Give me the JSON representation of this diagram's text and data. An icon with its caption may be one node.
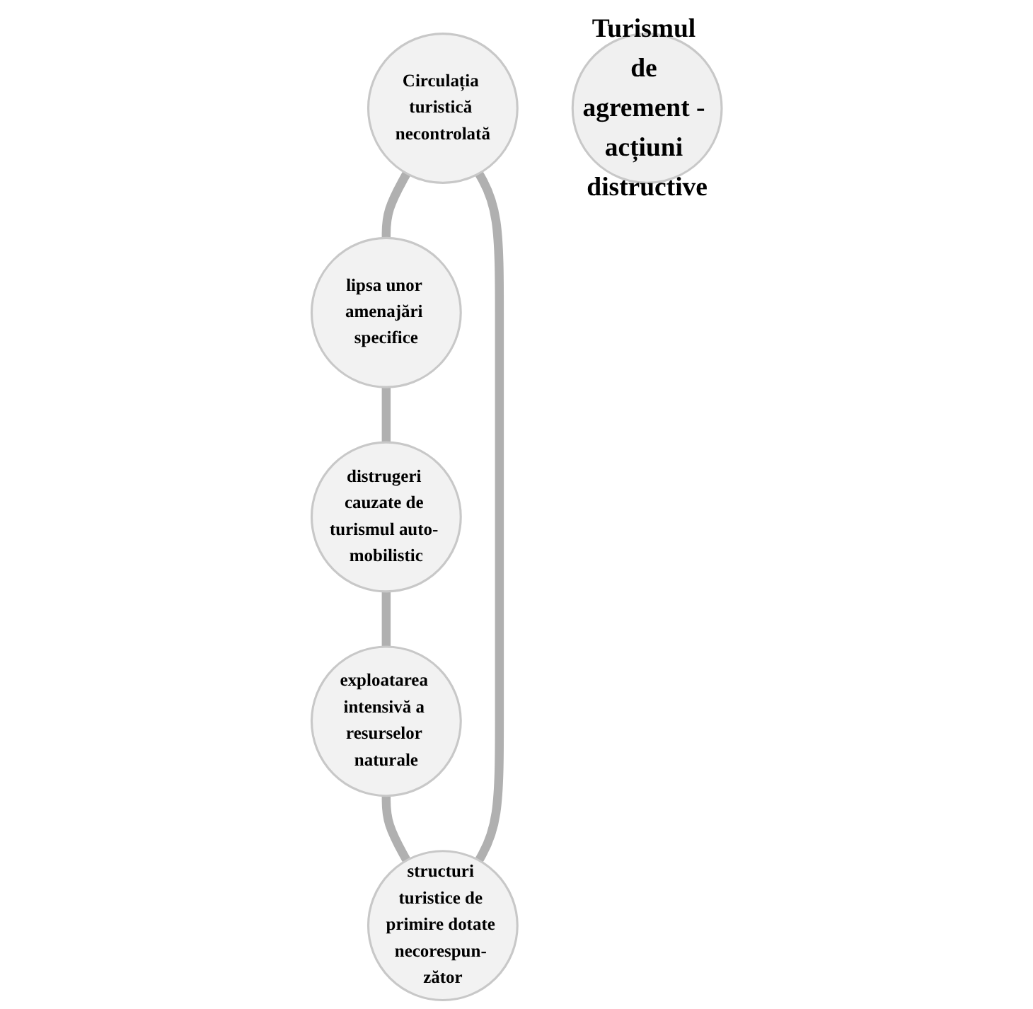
{
  "diagram": {
    "nodes": [
      {
        "text": [
          "Circulația turistică necontrolată"
        ]
      },
      {
        "text": [
          "structuri turistice de primire dotate necorespun- zător"
        ]
      },
      {
        "text": [
          "lipsa unor amenajări specifice"
        ]
      },
      {
        "text": [
          "Turismul de agrement - acțiuni distructive"
        ]
      },
      {
        "text": [
          "exploatarea intensivă a resurselor naturale"
        ]
      },
      {
        "text": [
          "distrugeri cauzate de turismul auto- mobilistic"
        ]
      }
    ],
    "edges": [
      {
        "from": 0,
        "to": 2,
        "arrow": "none"
      },
      {
        "from": 2,
        "to": 5,
        "arrow": "none"
      },
      {
        "from": 5,
        "to": 4,
        "arrow": "none"
      },
      {
        "from": 4,
        "to": 1,
        "arrow": "none"
      },
      {
        "from": 1,
        "to": 0,
        "arrow": "none"
      }
    ]
  }
}
